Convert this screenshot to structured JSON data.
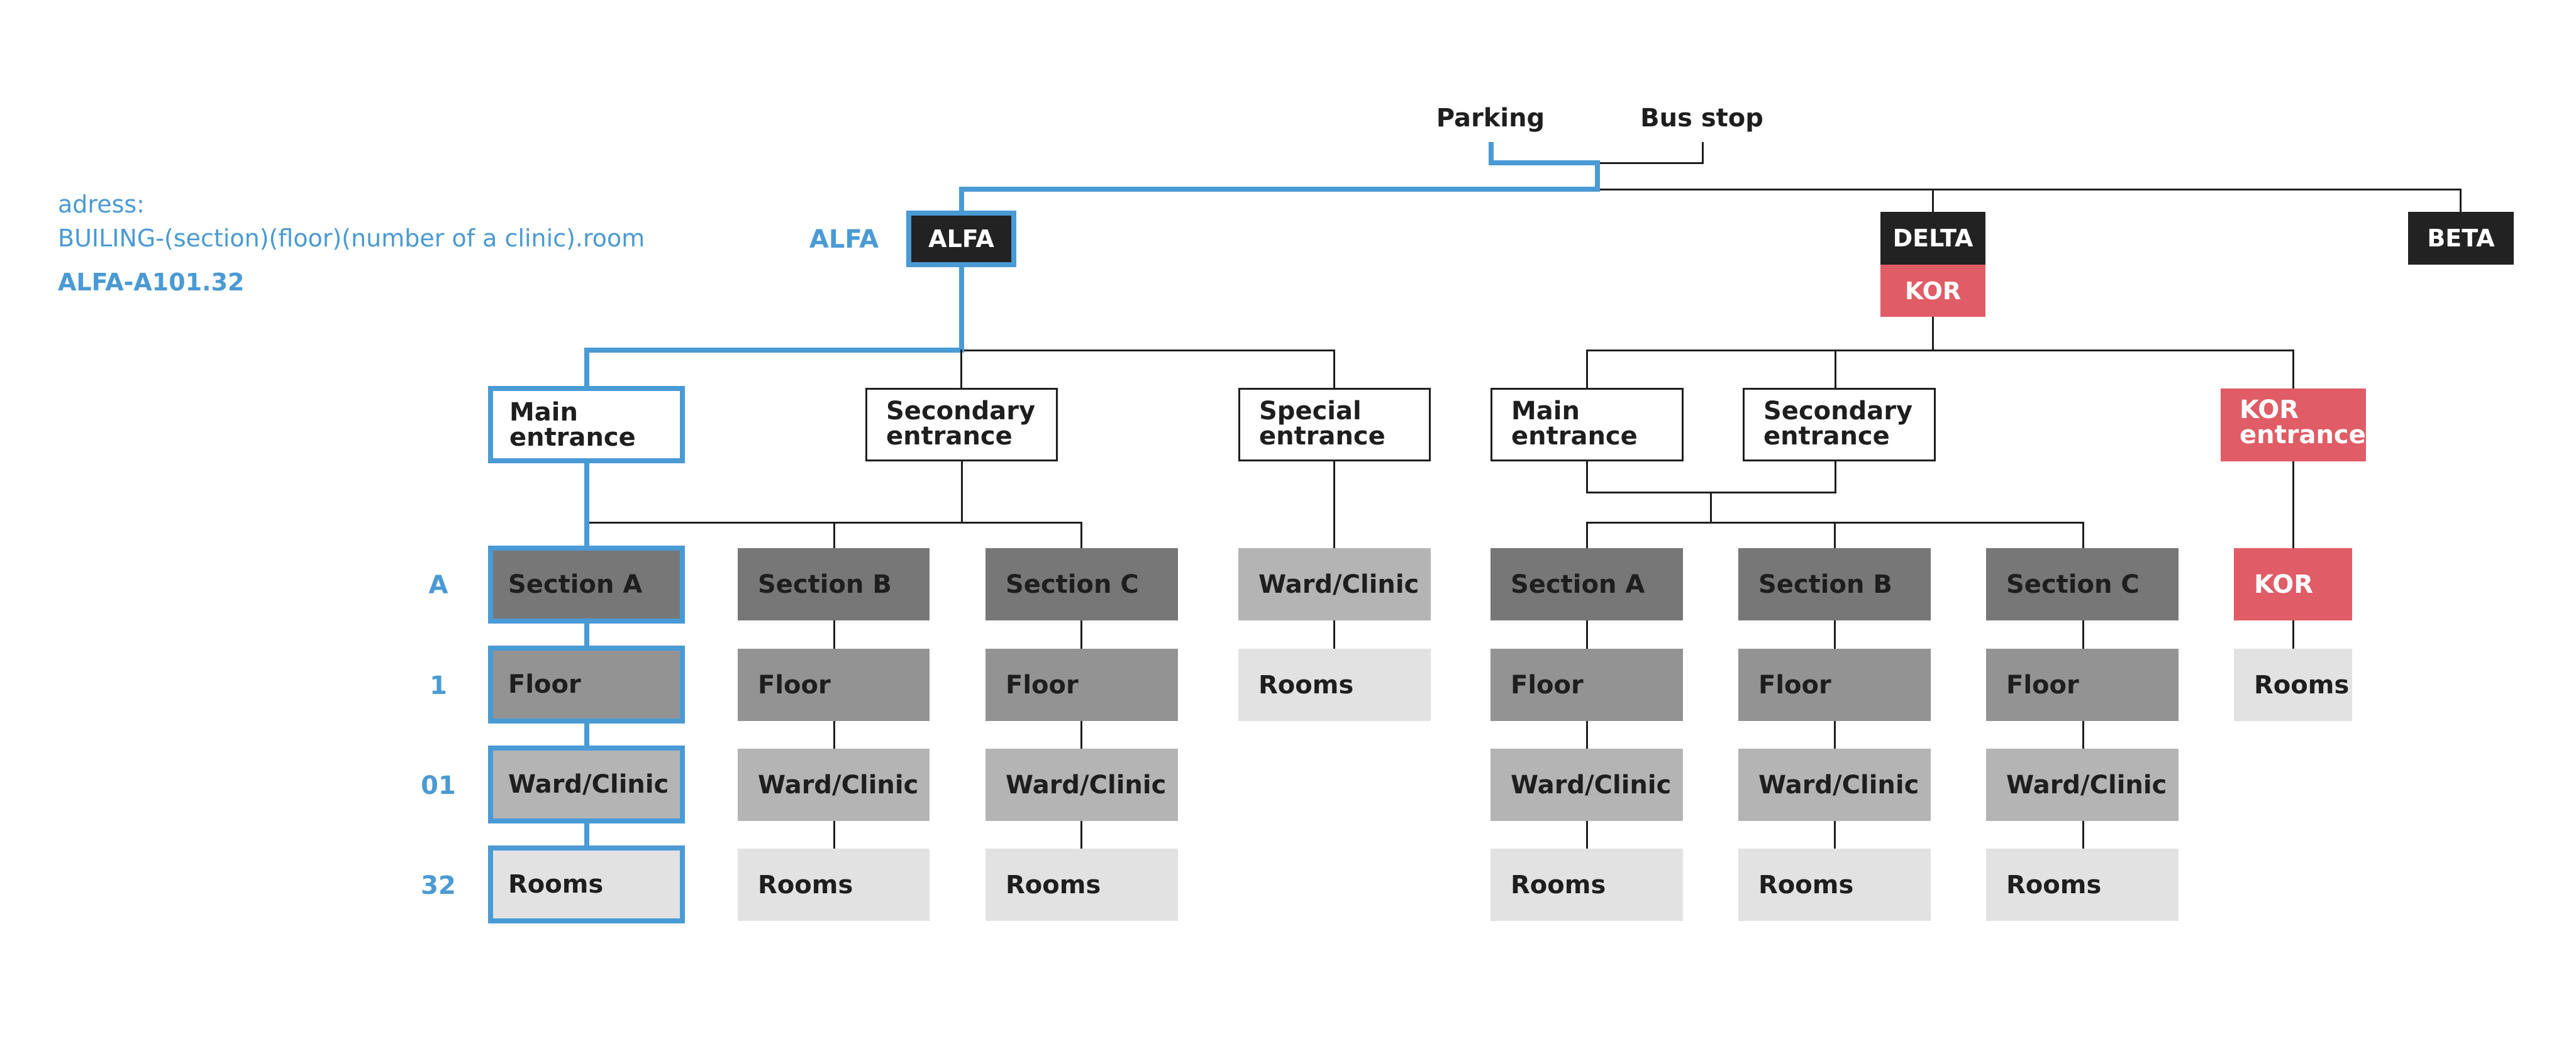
{
  "note": {
    "label": "adress:",
    "format": "BUILING-(section)(floor)(number of a clinic).room",
    "example": "ALFA-A101.32"
  },
  "access_points": {
    "parking": "Parking",
    "bus_stop": "Bus stop"
  },
  "buildings": {
    "alfa": {
      "side_label": "ALFA",
      "label": "ALFA"
    },
    "delta": {
      "label": "DELTA",
      "sub_label": "KOR"
    },
    "beta": {
      "label": "BETA"
    }
  },
  "level_labels": {
    "section": "A",
    "floor": "1",
    "clinic": "01",
    "room": "32"
  },
  "alfa_entrances": [
    {
      "line1": "Main",
      "line2": "entrance"
    },
    {
      "line1": "Secondary",
      "line2": "entrance"
    },
    {
      "line1": "Special",
      "line2": "entrance"
    }
  ],
  "delta_entrances": [
    {
      "line1": "Main",
      "line2": "entrance"
    },
    {
      "line1": "Secondary",
      "line2": "entrance"
    },
    {
      "line1": "KOR",
      "line2": "entrance"
    }
  ],
  "node_labels": {
    "section_a": "Section A",
    "section_b": "Section B",
    "section_c": "Section C",
    "floor": "Floor",
    "ward": "Ward/Clinic",
    "rooms": "Rooms",
    "kor": "KOR"
  },
  "colors": {
    "highlight": "#4a9ad4",
    "building": "#222222",
    "kor": "#e05c66",
    "section": "#777777",
    "floor": "#939393",
    "ward": "#b4b4b4",
    "rooms": "#e2e2e2"
  }
}
